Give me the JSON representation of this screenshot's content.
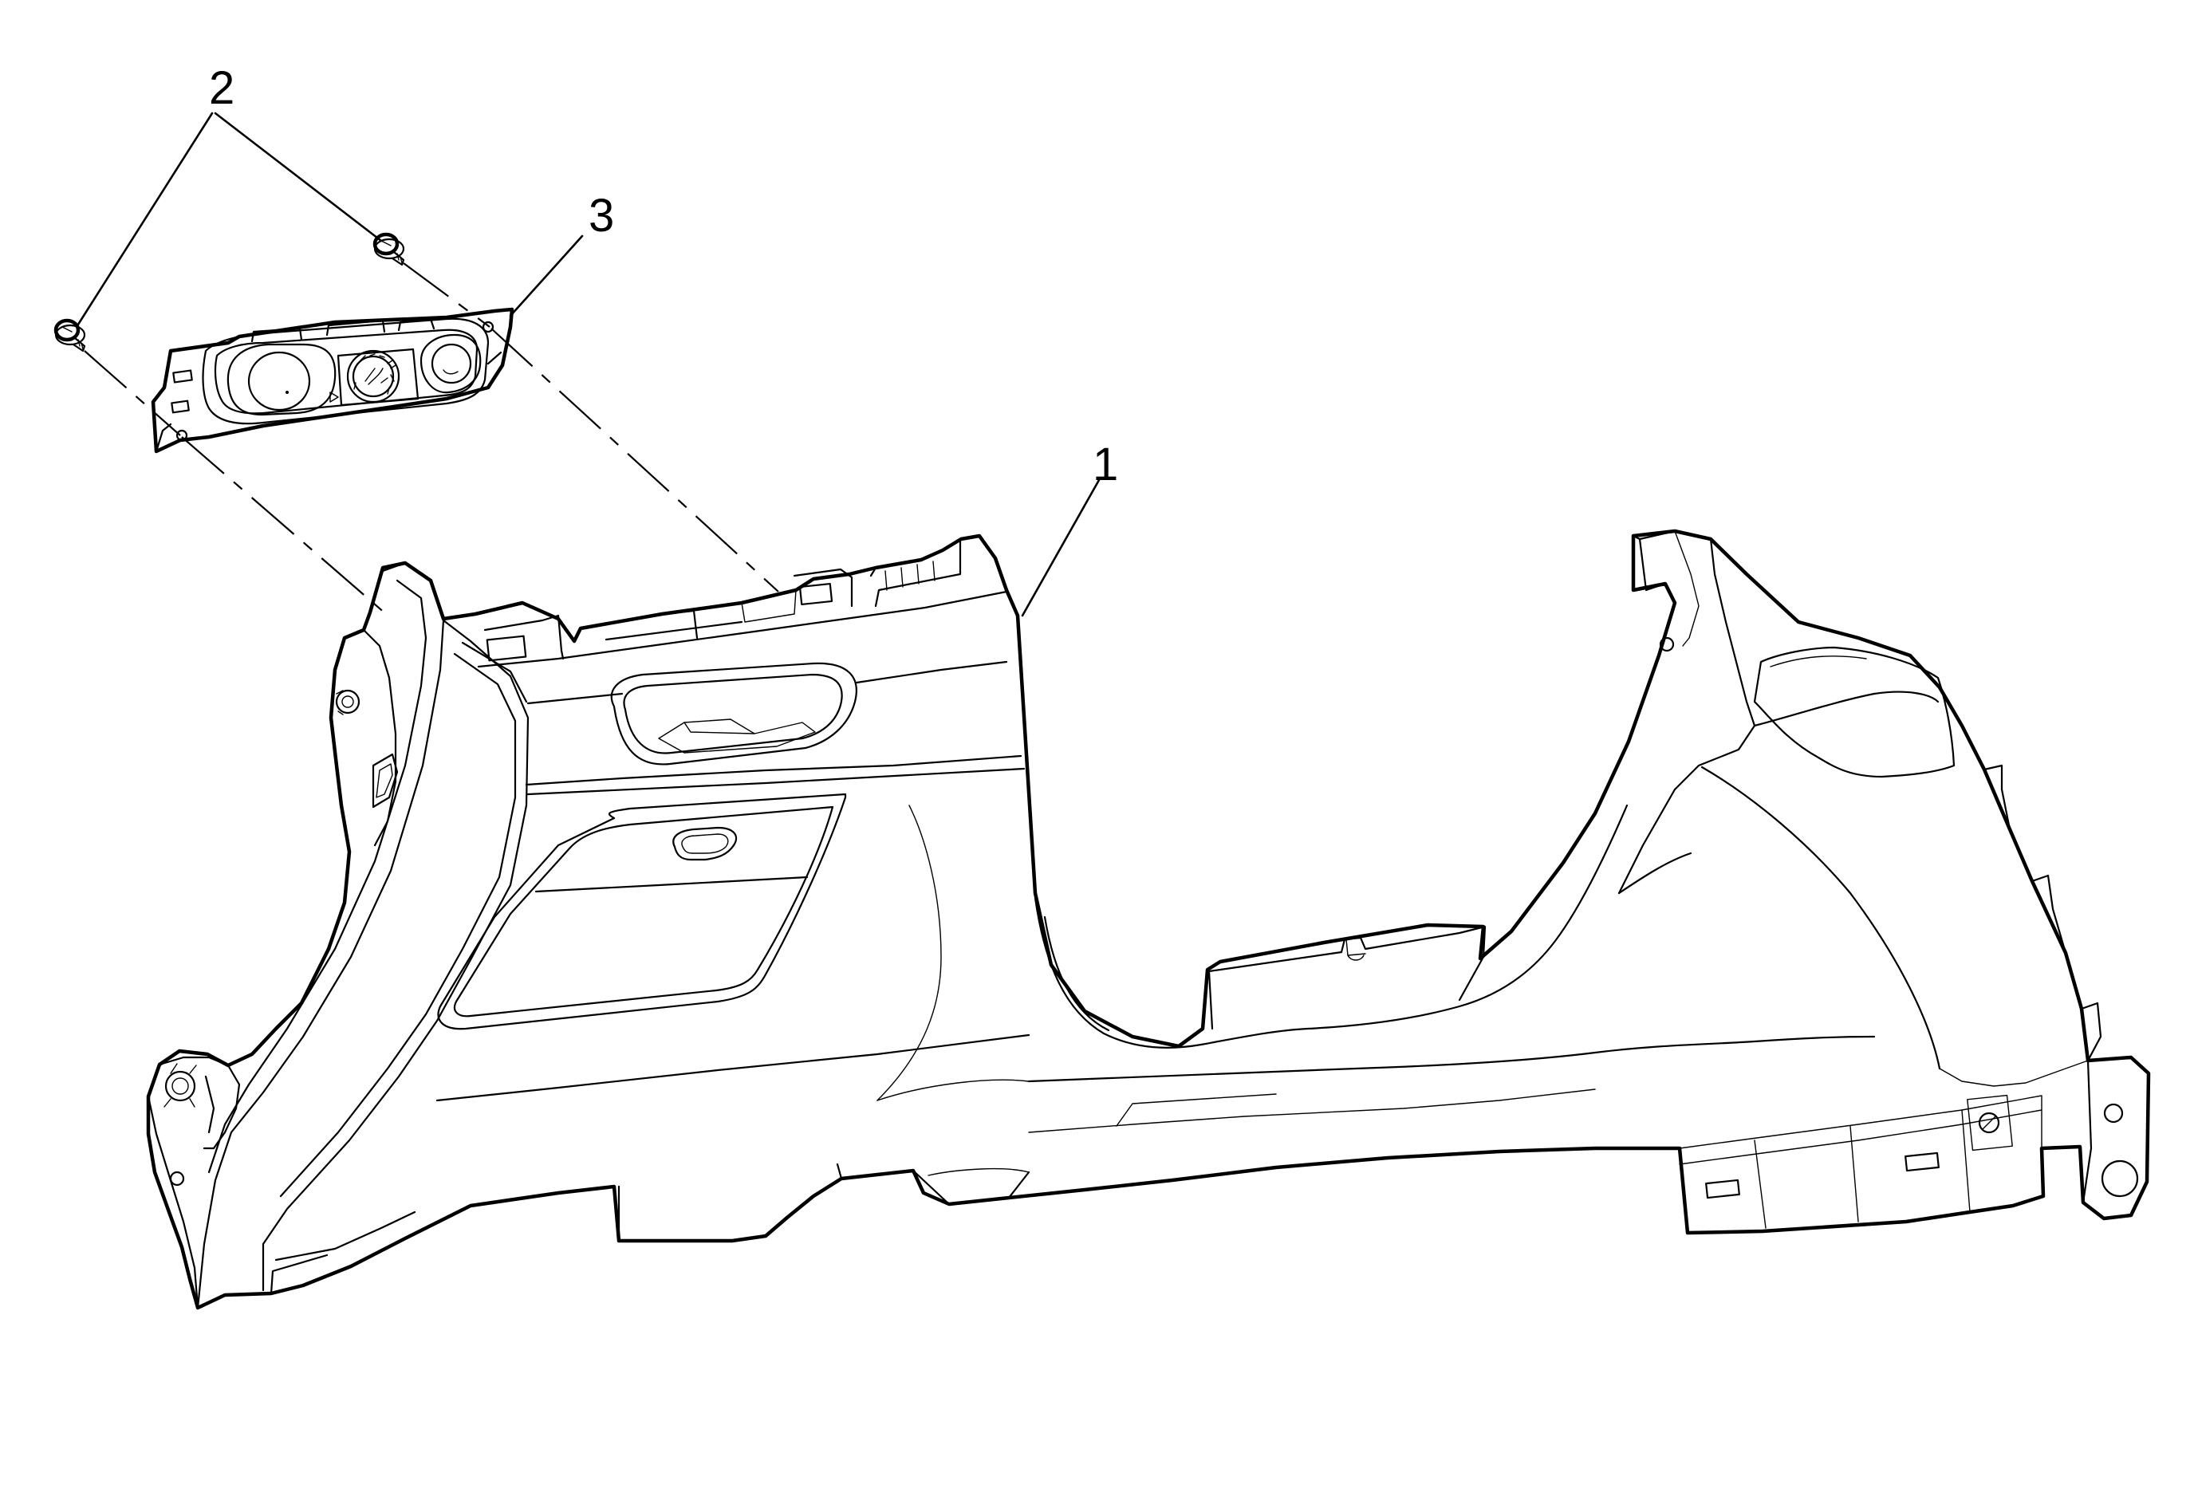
{
  "diagram": {
    "callouts": [
      {
        "id": "1",
        "label": "1",
        "part": "panel"
      },
      {
        "id": "2",
        "label": "2",
        "part": "screws"
      },
      {
        "id": "3",
        "label": "3",
        "part": "switch"
      }
    ]
  }
}
